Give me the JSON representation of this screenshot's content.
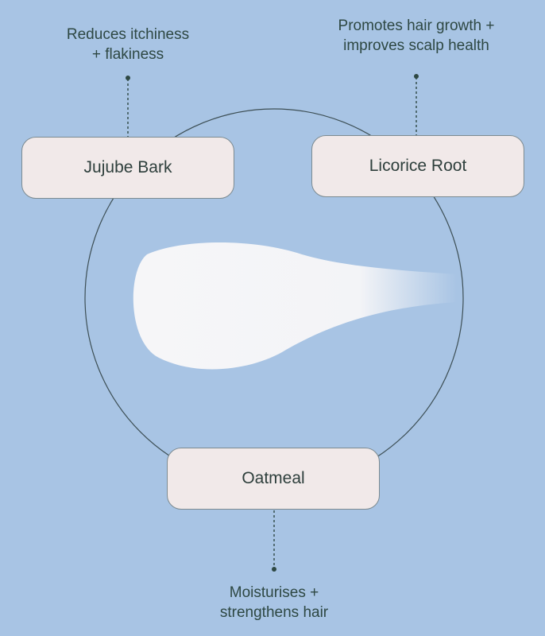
{
  "ingredients": [
    {
      "name": "Jujube Bark",
      "benefit_line1": "Reduces itchiness",
      "benefit_line2": "+ flakiness"
    },
    {
      "name": "Licorice Root",
      "benefit_line1": "Promotes hair growth +",
      "benefit_line2": "improves scalp health"
    },
    {
      "name": "Oatmeal",
      "benefit_line1": "Moisturises +",
      "benefit_line2": "strengthens hair"
    }
  ],
  "colors": {
    "background": "#a8c4e4",
    "box": "#f1e9e9",
    "text": "#2e4843"
  }
}
